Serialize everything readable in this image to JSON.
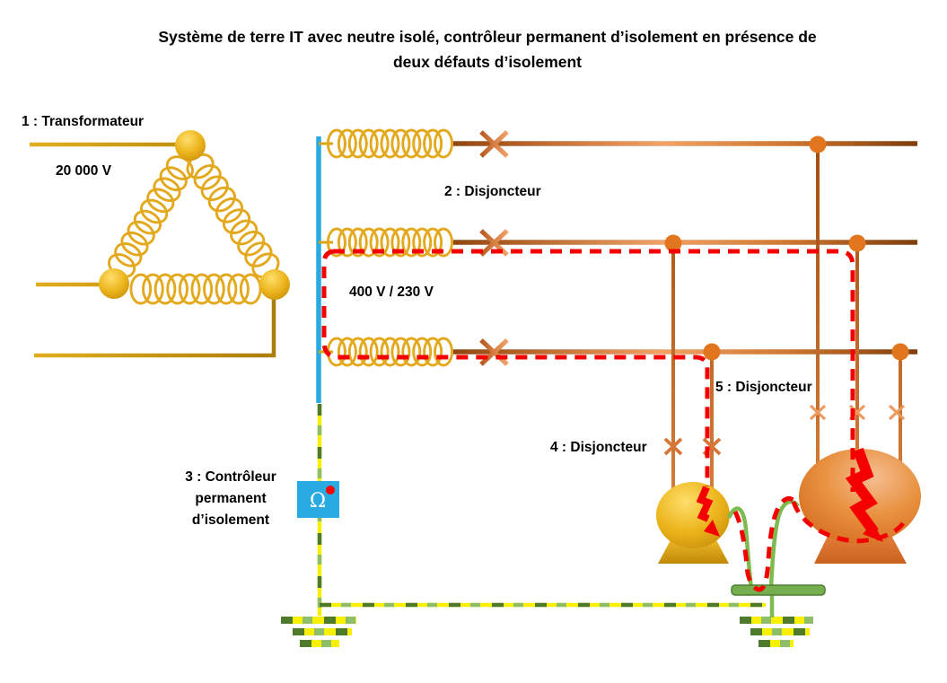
{
  "title": {
    "line1": "Système de terre IT avec neutre isolé, contrôleur permanent d’isolement en présence de",
    "line2": "deux défauts d’isolement"
  },
  "labels": {
    "transformer": "1 : Transformateur",
    "hv": "20 000 V",
    "breaker2": "2 : Disjoncteur",
    "lv": "400 V / 230 V",
    "cpi_line1": "3 : Contrôleur",
    "cpi_line2": "permanent",
    "cpi_line3": "d’isolement",
    "breaker4": "4 : Disjoncteur",
    "breaker5": "5 : Disjoncteur",
    "omega": "Ω"
  },
  "colors": {
    "gold": "#D4A017",
    "blue": "#29ABE2",
    "orange": "#D2691E",
    "red": "#FF0000",
    "green": "#70AD47",
    "yellow": "#FFFF00"
  }
}
